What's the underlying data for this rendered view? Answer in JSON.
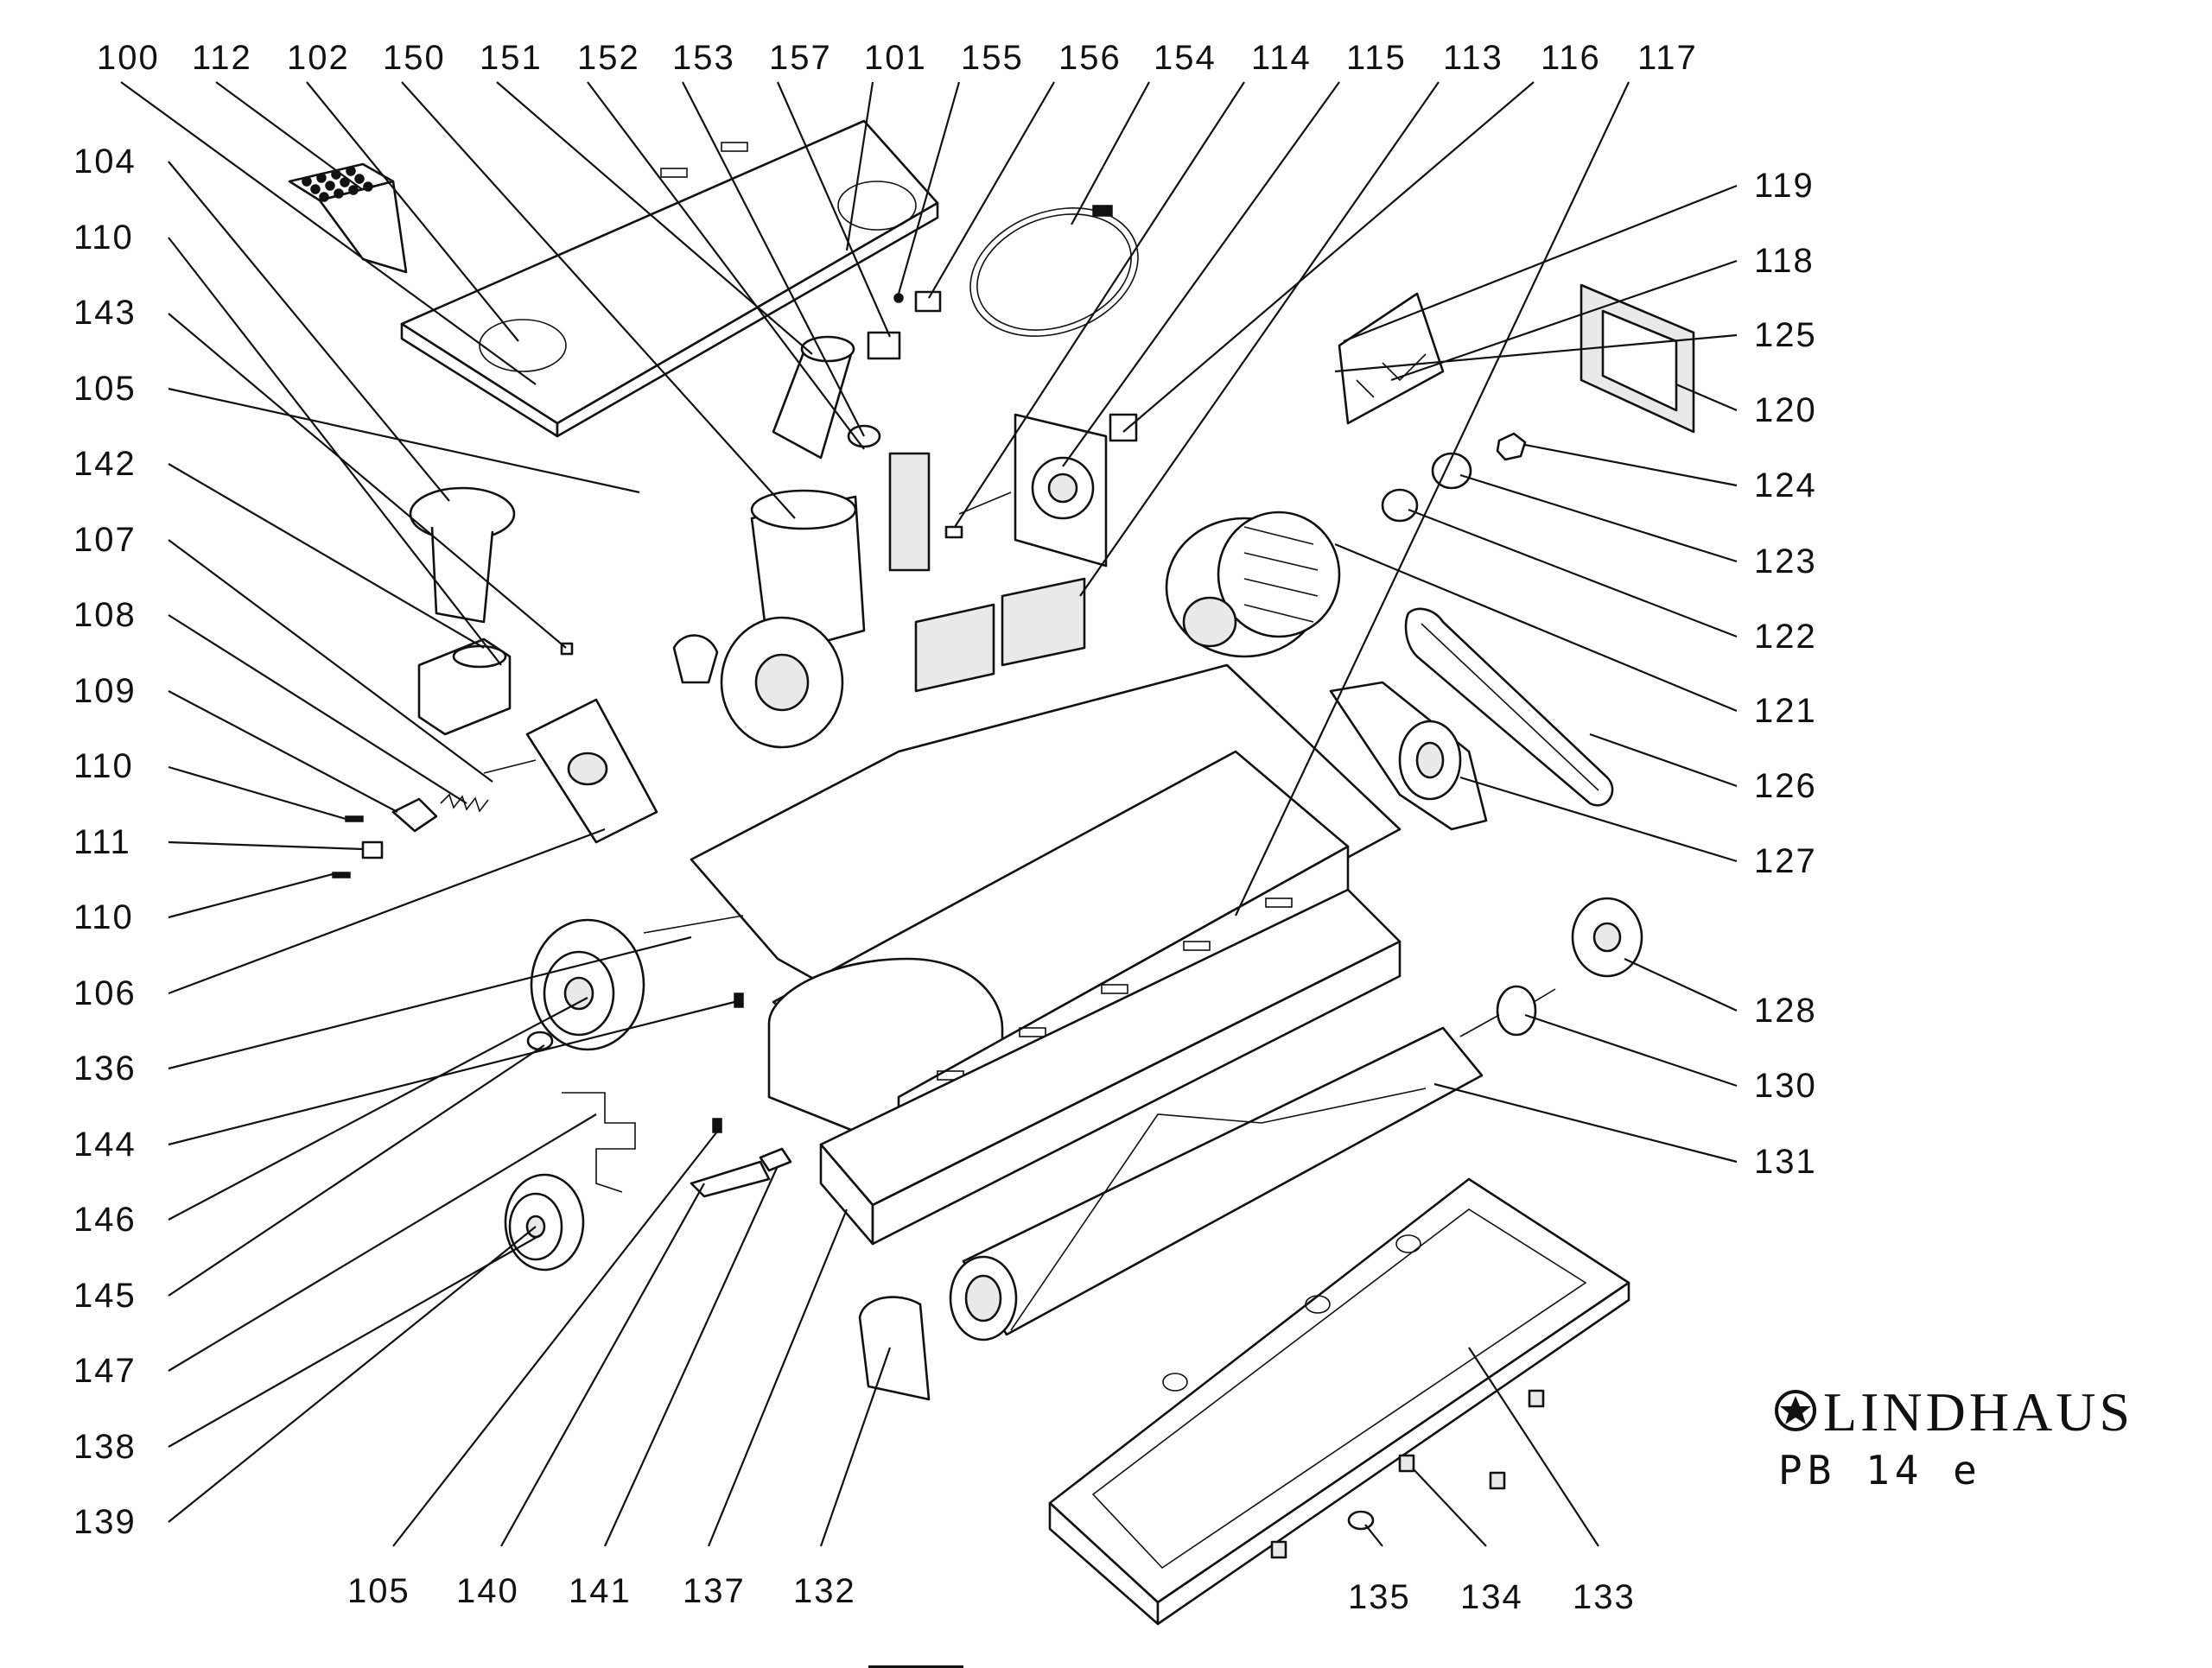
{
  "brand": {
    "name": "LINDHAUS",
    "model": "PB 14 e",
    "logo_icon": "star-in-circle-icon"
  },
  "labels": {
    "top": [
      "100",
      "112",
      "102",
      "150",
      "151",
      "152",
      "153",
      "157",
      "101",
      "155",
      "156",
      "154",
      "114",
      "115",
      "113",
      "116",
      "117"
    ],
    "left": [
      "104",
      "110",
      "143",
      "105",
      "142",
      "107",
      "108",
      "109",
      "110",
      "111",
      "110",
      "106",
      "136",
      "144",
      "146",
      "145",
      "147",
      "138",
      "139"
    ],
    "right": [
      "119",
      "118",
      "125",
      "120",
      "124",
      "123",
      "122",
      "121",
      "126",
      "127",
      "128",
      "130",
      "131"
    ],
    "bottom": [
      "105",
      "140",
      "141",
      "137",
      "132",
      "135",
      "134",
      "133"
    ]
  }
}
